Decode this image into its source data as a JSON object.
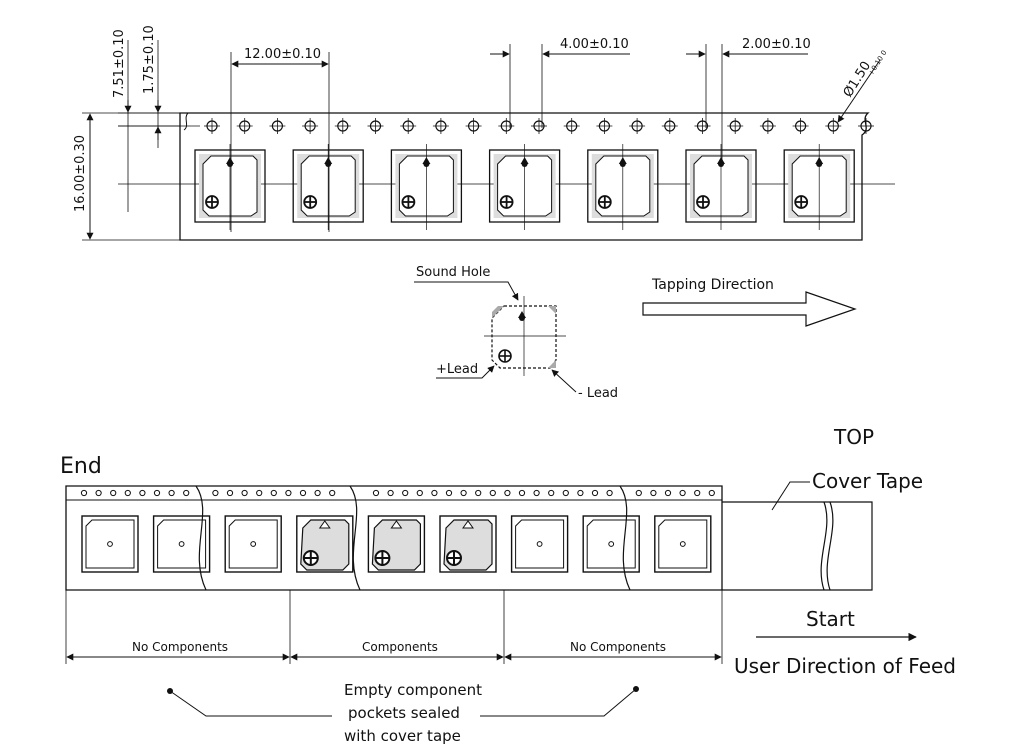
{
  "dimensions": {
    "vertical_a": "7.51±0.10",
    "vertical_b": "1.75±0.10",
    "pitch": "12.00±0.10",
    "hole_pitch": "4.00±0.10",
    "hole_offset": "2.00±0.10",
    "hole_diameter": "Ø1.50",
    "hole_diameter_tol": "+0.10 0",
    "tape_width": "16.00±0.30"
  },
  "callouts": {
    "sound_hole": "Sound Hole",
    "plus_lead": "+Lead",
    "minus_lead": "- Lead",
    "tapping_direction": "Tapping Direction"
  },
  "reel": {
    "end": "End",
    "top": "TOP",
    "cover_tape": "Cover Tape",
    "start": "Start",
    "feed_direction": "User Direction of Feed",
    "no_components_left": "No Components",
    "components": "Components",
    "no_components_right": "No Components",
    "empty_pockets_line1": "Empty component",
    "empty_pockets_line2": "pockets sealed",
    "empty_pockets_line3": "with cover tape"
  }
}
